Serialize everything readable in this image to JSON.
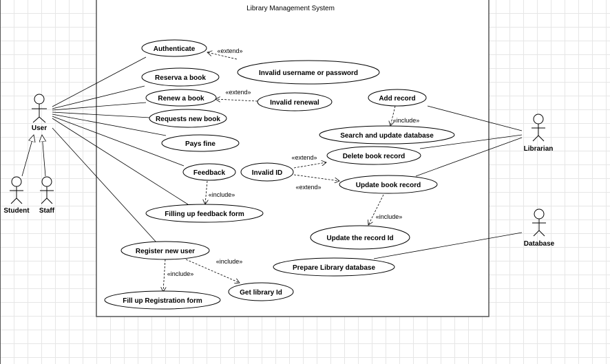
{
  "system": {
    "title": "Library Management System"
  },
  "actors": {
    "user": "User",
    "student": "Student",
    "staff": "Staff",
    "librarian": "Librarian",
    "database": "Database"
  },
  "use_cases": {
    "authenticate": "Authenticate",
    "invalid_login": "Invalid username or password",
    "reserve": "Reserva a book",
    "renew": "Renew a book",
    "invalid_renewal": "Invalid renewal",
    "requests": "Requests new book",
    "pays_fine": "Pays fine",
    "feedback": "Feedback",
    "feedback_form": "Filling up feedback form",
    "invalid_id": "Invalid ID",
    "add_record": "Add record",
    "search_update": "Search and update database",
    "delete_record": "Delete book record",
    "update_record": "Update book record",
    "update_record_id": "Update the record Id",
    "register": "Register new user",
    "registration_form": "Fill up Registration form",
    "get_library_id": "Get library Id",
    "prepare_db": "Prepare Library database"
  },
  "relations": {
    "extend": "«extend»",
    "include": "«include»"
  }
}
